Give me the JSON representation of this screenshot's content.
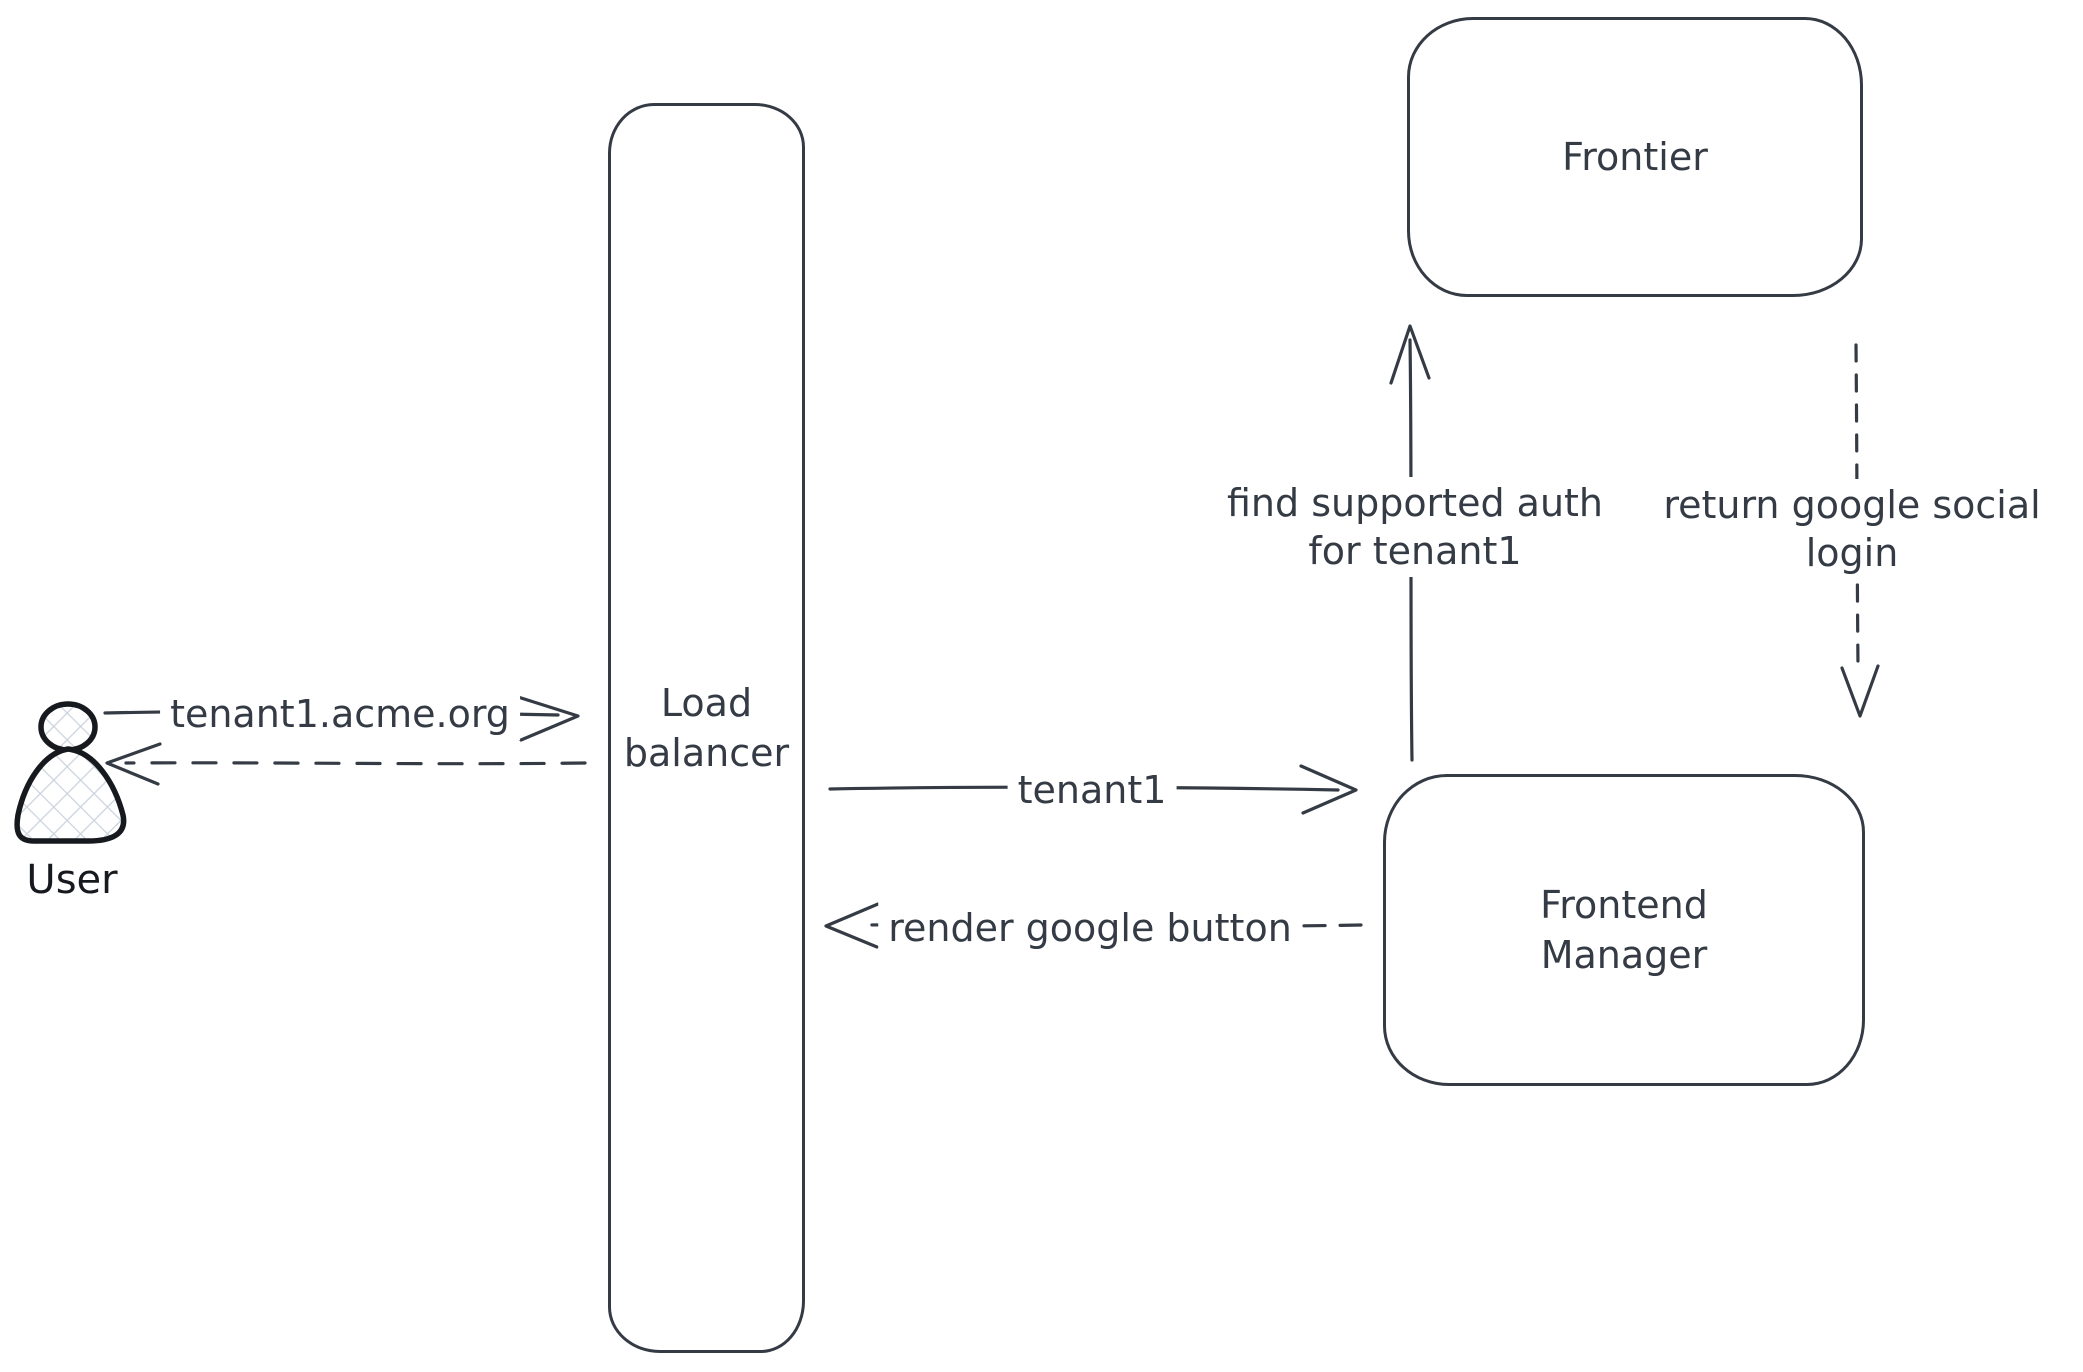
{
  "diagram": {
    "colors": {
      "background": "#ffffff",
      "ink": "#353b45",
      "user_ink": "#16191e",
      "hatch_fill": "#ccd4de"
    },
    "nodes": {
      "user": {
        "label": "User",
        "icon": "person-icon"
      },
      "load_balancer": {
        "lines": [
          "Load",
          "balancer"
        ]
      },
      "frontier": {
        "label": "Frontier"
      },
      "frontend_manager": {
        "lines": [
          "Frontend",
          "Manager"
        ]
      }
    },
    "edges": {
      "user_to_load_balancer": {
        "label": "tenant1.acme.org",
        "line_style": "solid",
        "arrow": "right"
      },
      "load_balancer_to_user": {
        "line_style": "dashed",
        "arrow": "left"
      },
      "load_balancer_to_frontend_manager": {
        "label": "tenant1",
        "line_style": "solid",
        "arrow": "right"
      },
      "frontend_manager_to_load_balancer": {
        "label": "render google button",
        "line_style": "dashed",
        "arrow": "left"
      },
      "frontend_manager_to_frontier": {
        "lines": [
          "find supported auth",
          "for tenant1"
        ],
        "line_style": "solid",
        "arrow": "up"
      },
      "frontier_to_frontend_manager": {
        "lines": [
          "return google social",
          "login"
        ],
        "line_style": "dashed",
        "arrow": "down"
      }
    }
  }
}
